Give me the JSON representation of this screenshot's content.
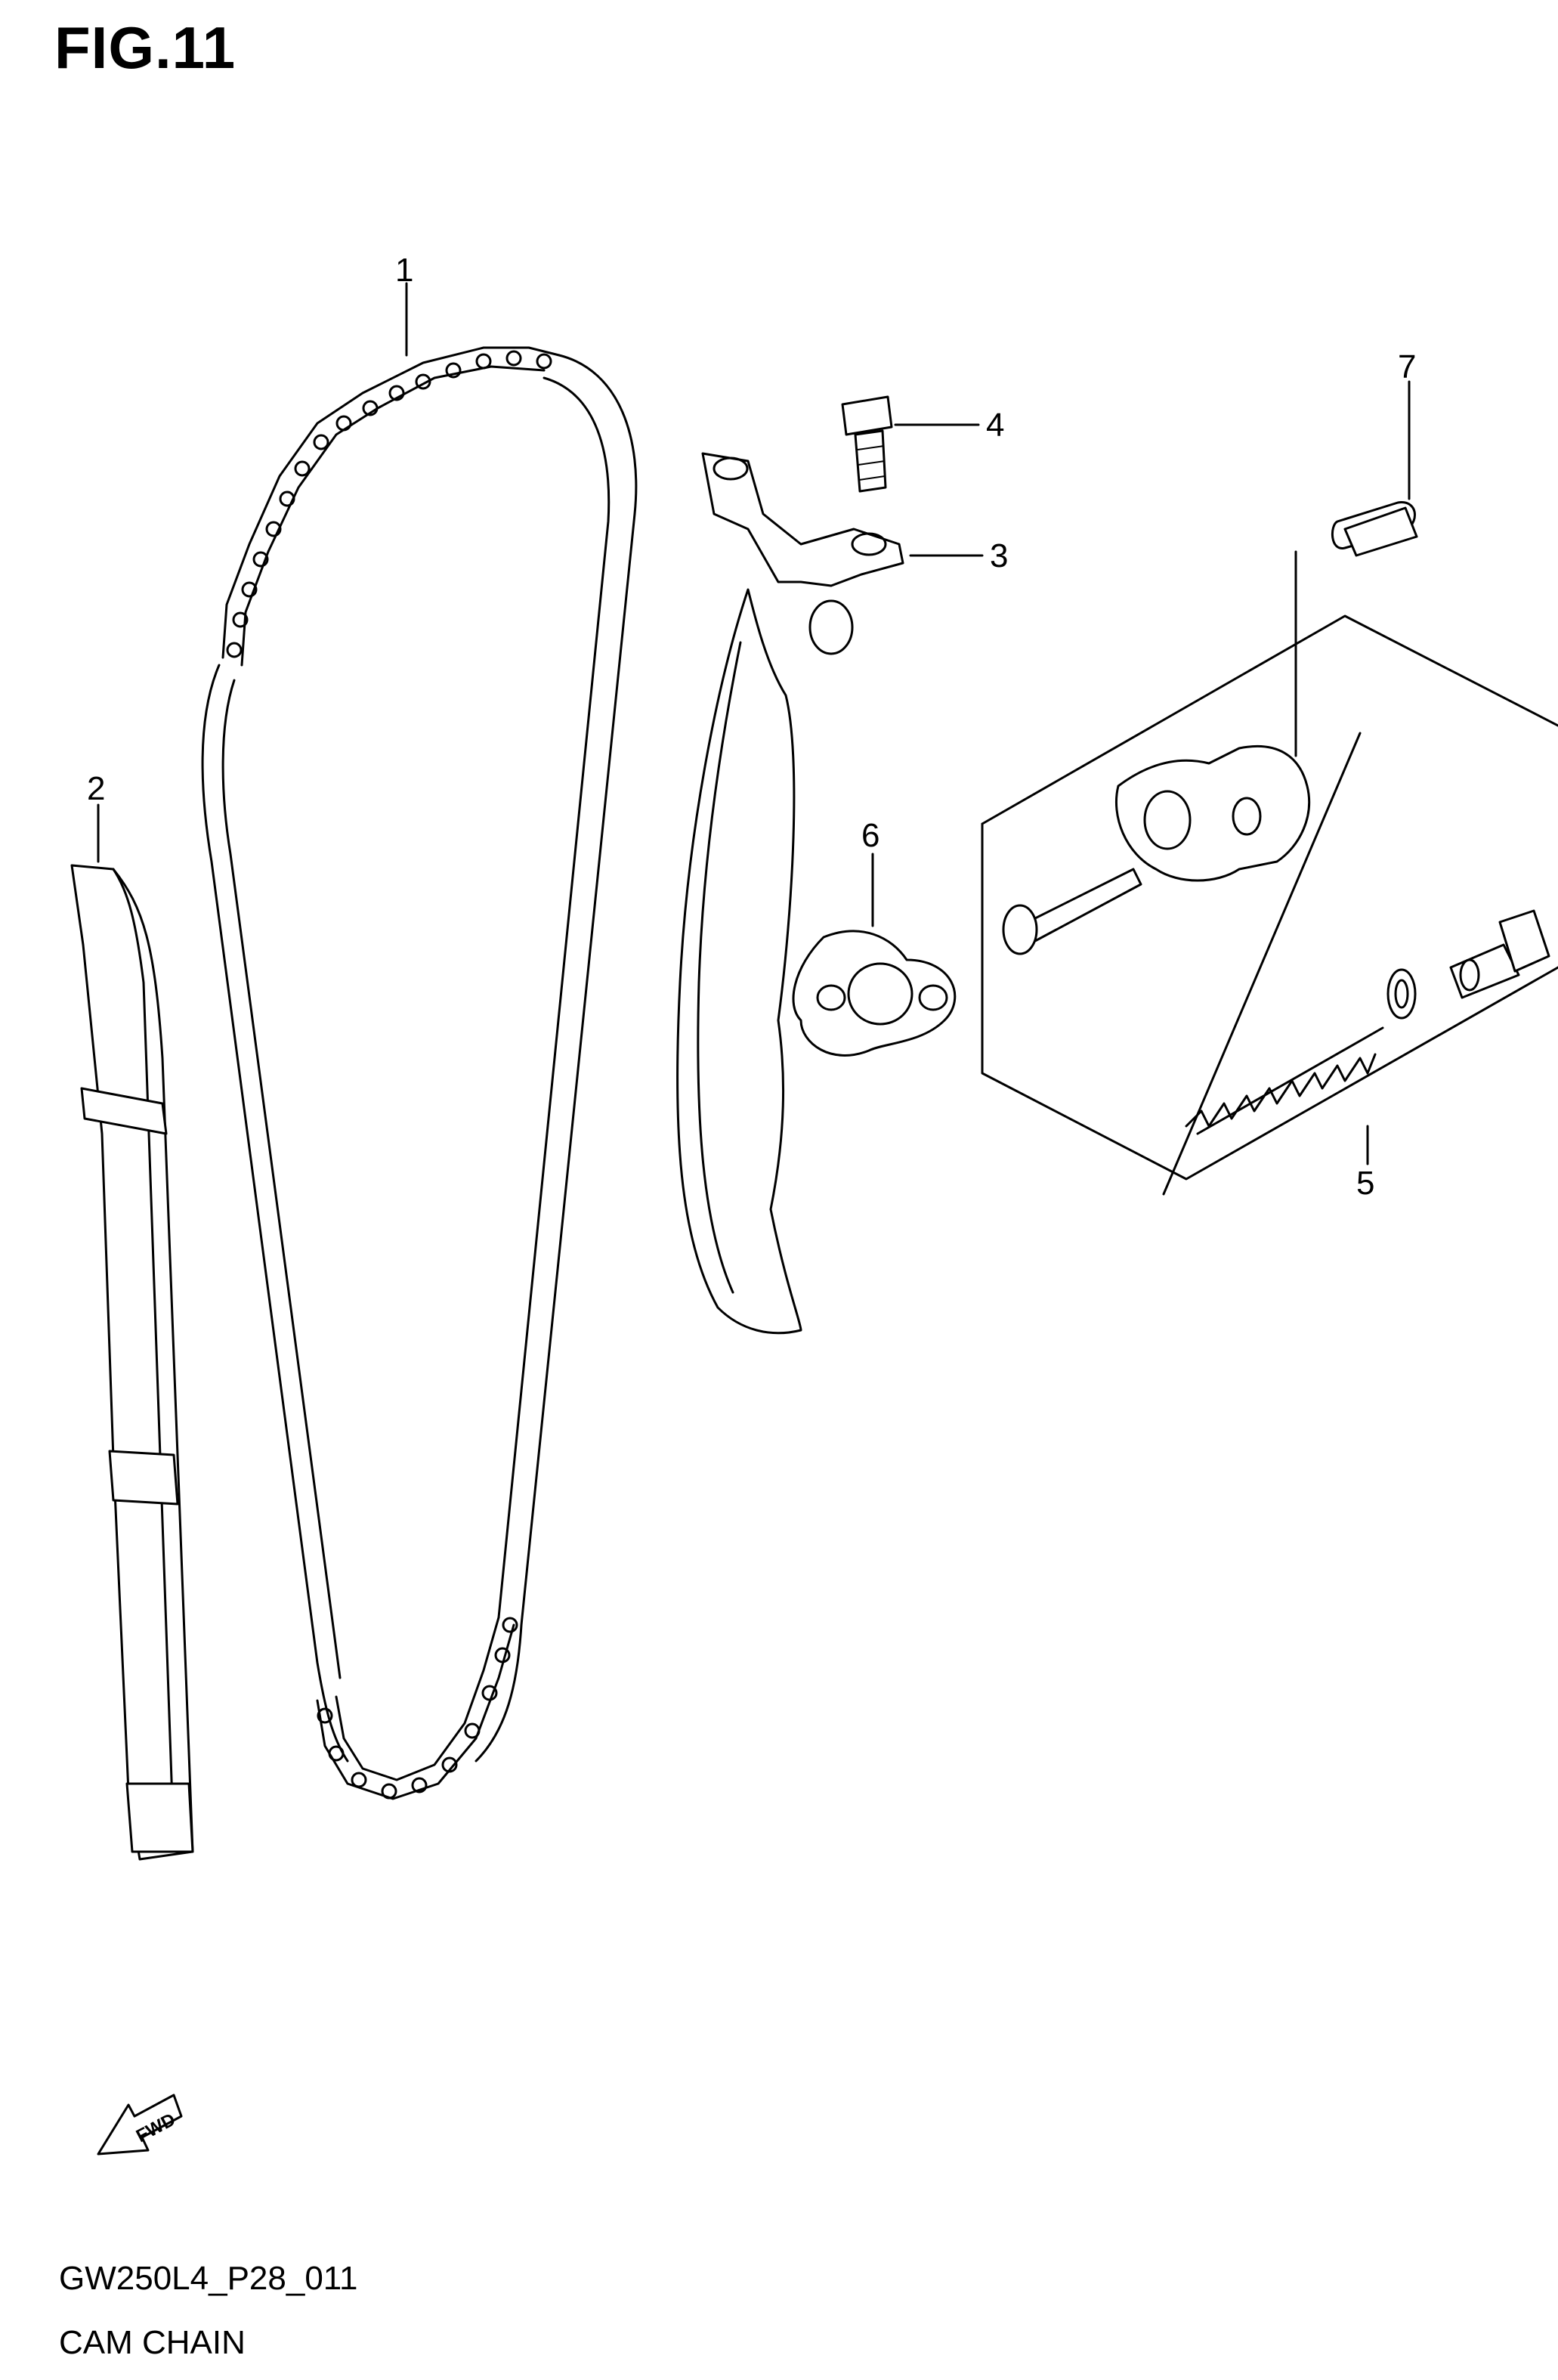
{
  "figure": {
    "title": "FIG.11",
    "code": "GW250L4_P28_011",
    "name": "CAM CHAIN"
  },
  "parts": [
    {
      "ref": "1",
      "desc": "cam-chain"
    },
    {
      "ref": "2",
      "desc": "cam-chain-guide-no1"
    },
    {
      "ref": "3",
      "desc": "cam-chain-tensioner-guide-bracket"
    },
    {
      "ref": "4",
      "desc": "bolt"
    },
    {
      "ref": "5",
      "desc": "cam-chain-tensioner-adjuster-assy"
    },
    {
      "ref": "6",
      "desc": "gasket"
    },
    {
      "ref": "7",
      "desc": "bolt"
    }
  ],
  "fwd_mark": {
    "label": "FWD",
    "icon": "fwd-arrow-icon"
  }
}
